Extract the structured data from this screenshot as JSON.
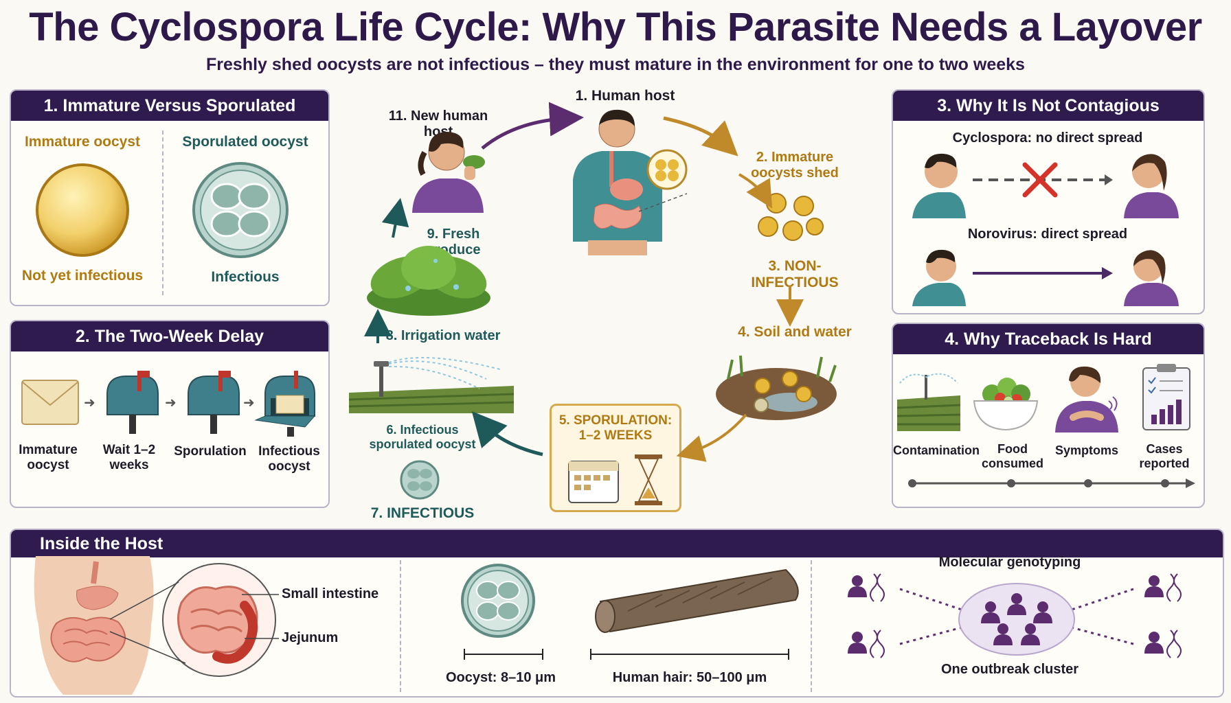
{
  "header": {
    "title": "The Cyclospora Life Cycle: Why This Parasite Needs a Layover",
    "subtitle": "Freshly shed oocysts are not infectious – they must mature in the environment for one to two weeks"
  },
  "panel1": {
    "title": "1.  Immature Versus Sporulated",
    "left_heading": "Immature oocyst",
    "left_caption": "Not yet infectious",
    "right_heading": "Sporulated oocyst",
    "right_caption": "Infectious"
  },
  "panel2": {
    "title": "2. The Two-Week Delay",
    "steps": [
      "Immature\noocyst",
      "Wait 1–2\nweeks",
      "Sporulation",
      "Infectious\noocyst"
    ]
  },
  "cycle": {
    "human_host": "1.  Human host",
    "shed": "2.  Immature\noocysts shed",
    "non_infectious": "3.  NON-INFECTIOUS",
    "soil": "4.  Soil and water",
    "sporulation": "5.  SPORULATION:\n1–2 WEEKS",
    "infectious_oocyst": "6.  Infectious\nsporulated oocyst",
    "infectious": "7.  INFECTIOUS",
    "irrigation": "8.  Irrigation water",
    "produce": "9.  Fresh produce",
    "new_host": "11.  New human host"
  },
  "panel3": {
    "title": "3.  Why It Is Not Contagious",
    "row1": "Cyclospora: no direct spread",
    "row2": "Norovirus:  direct spread"
  },
  "panel4": {
    "title": "4.  Why Traceback Is Hard",
    "steps": [
      "Contamination",
      "Food\nconsumed",
      "Symptoms",
      "Cases\nreported"
    ]
  },
  "bottom": {
    "title": "Inside the Host",
    "small_intestine": "Small intestine",
    "jejunum": "Jejunum",
    "oocyst_size": "Oocyst: 8–10 μm",
    "hair_size": "Human hair:  50–100 μm",
    "genotyping": "Molecular  genotyping",
    "cluster": "One outbreak cluster"
  },
  "colors": {
    "header_bg": "#2f1b4d",
    "gold": "#b07a12",
    "teal": "#1f5a5a",
    "purple": "#5b2d6e"
  }
}
